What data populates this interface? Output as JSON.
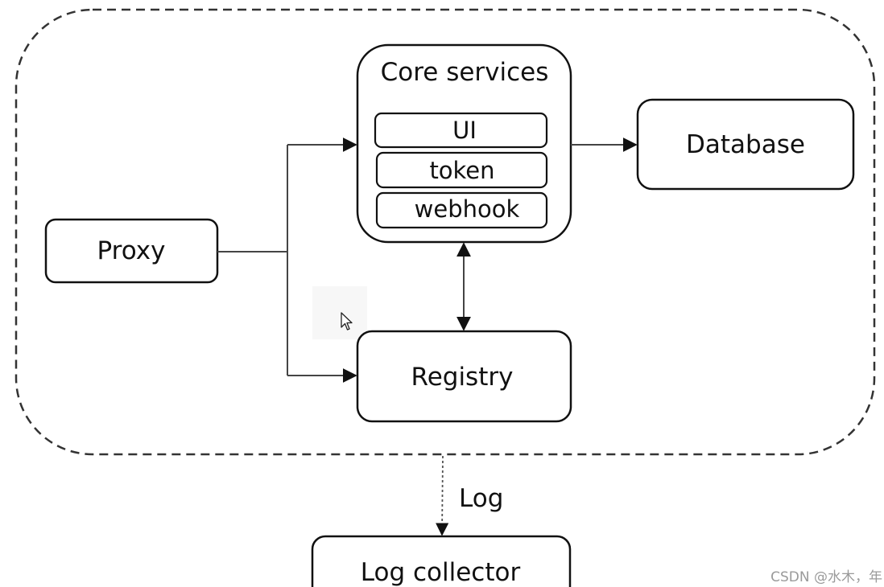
{
  "nodes": {
    "core_services": "Core services",
    "ui": "UI",
    "token": "token",
    "webhook": "webhook",
    "database": "Database",
    "proxy": "Proxy",
    "registry": "Registry",
    "log_collector": "Log collector"
  },
  "edges": {
    "log": "Log"
  },
  "watermark": "CSDN @水木，年"
}
